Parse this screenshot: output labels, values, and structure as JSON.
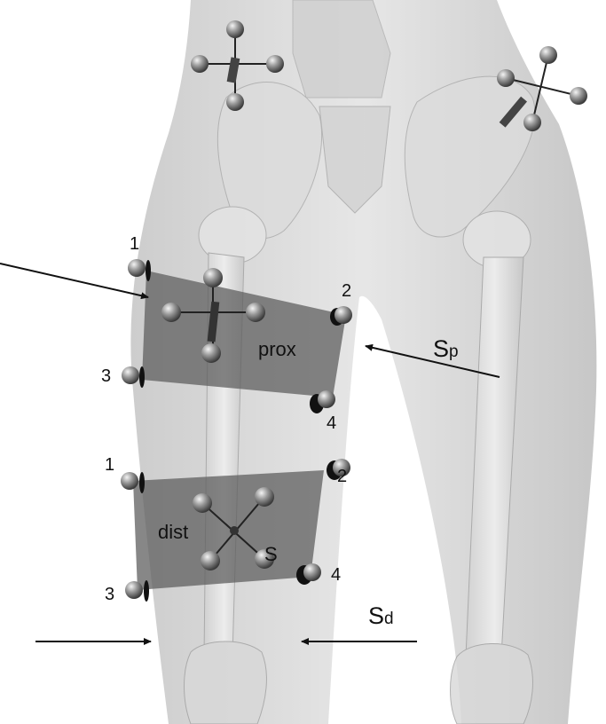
{
  "labels": {
    "prox_marker_1": "1",
    "prox_marker_2": "2",
    "prox_marker_3": "3",
    "prox_marker_4": "4",
    "dist_marker_1": "1",
    "dist_marker_2": "2",
    "dist_marker_3": "3",
    "dist_marker_4": "4",
    "prox_segment": "prox",
    "dist_segment": "dist",
    "cluster_s": "S",
    "sp_main": "S",
    "sp_sub": "p",
    "sd_main": "S",
    "sd_sub": "d"
  },
  "colors": {
    "background": "#ffffff",
    "body_skin": "#d6d6d6",
    "bone": "#e8e8e8",
    "segment_patch": "#6e6e6e",
    "marker": "#8a8a8a",
    "arrow": "#111111"
  },
  "icons": [
    "marker-sphere",
    "marker-cluster",
    "arrow"
  ]
}
